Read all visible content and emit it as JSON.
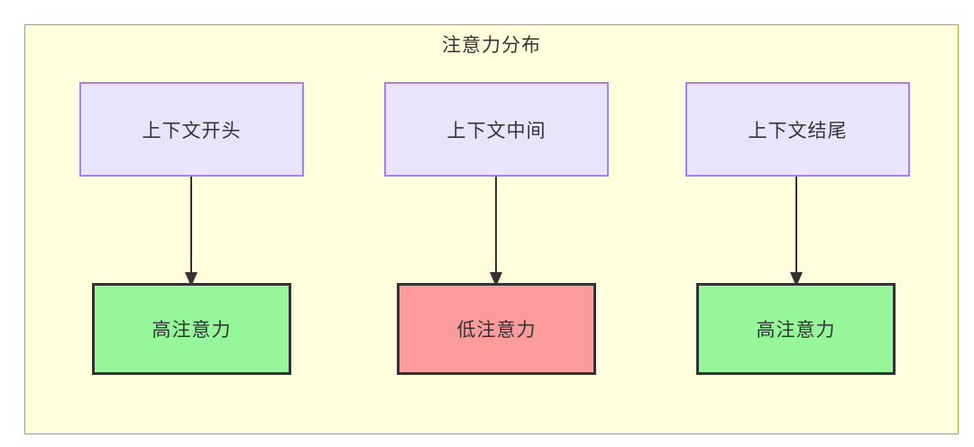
{
  "diagram": {
    "title": "注意力分布",
    "container": {
      "fill": "#ffffdd",
      "border": "#aaaa33"
    },
    "colors": {
      "context_fill": "#e9e4fd",
      "context_border": "#a97ff0",
      "high_fill": "#95f79a",
      "low_fill": "#fb9b9b",
      "node_border": "#333333",
      "edge_stroke": "#333333",
      "text": "#333333"
    },
    "nodes": {
      "top": [
        {
          "id": "context-start",
          "label": "上下文开头",
          "style": "context"
        },
        {
          "id": "context-middle",
          "label": "上下文中间",
          "style": "context"
        },
        {
          "id": "context-end",
          "label": "上下文结尾",
          "style": "context"
        }
      ],
      "bottom": [
        {
          "id": "attention-high-start",
          "label": "高注意力",
          "style": "high"
        },
        {
          "id": "attention-low-middle",
          "label": "低注意力",
          "style": "low"
        },
        {
          "id": "attention-high-end",
          "label": "高注意力",
          "style": "high"
        }
      ]
    },
    "edges": [
      {
        "from": "context-start",
        "to": "attention-high-start",
        "label": ""
      },
      {
        "from": "context-middle",
        "to": "attention-low-middle",
        "label": ""
      },
      {
        "from": "context-end",
        "to": "attention-high-end",
        "label": ""
      }
    ]
  }
}
